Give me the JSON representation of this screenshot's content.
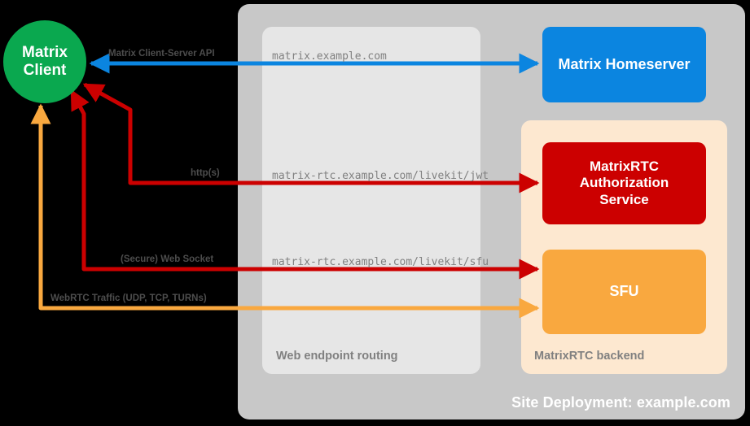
{
  "diagram": {
    "site_deployment_label": "Site Deployment: example.com",
    "web_routing_label": "Web endpoint routing",
    "rtc_backend_label": "MatrixRTC backend",
    "colors": {
      "client_green": "#0aa84f",
      "homeserver_blue": "#0b85e0",
      "authz_red": "#cc0000",
      "sfu_orange": "#f9a83f",
      "site_gray": "#c8c8c8",
      "routing_gray": "#e6e6e6",
      "backend_peach": "#fde8d0",
      "background": "#000000"
    }
  },
  "nodes": {
    "client": "Matrix\nClient",
    "client_line1": "Matrix",
    "client_line2": "Client",
    "homeserver": "Matrix Homeserver",
    "authz_line1": "MatrixRTC",
    "authz_line2": "Authorization",
    "authz_line3": "Service",
    "sfu": "SFU"
  },
  "edges": [
    {
      "name": "matrix-client-server-api",
      "protocol_label": "Matrix Client-Server API",
      "endpoint_label": "matrix.example.com",
      "color": "#0b85e0",
      "direction": "bidirectional"
    },
    {
      "name": "livekit-jwt",
      "protocol_label": "http(s)",
      "endpoint_label": "matrix-rtc.example.com/livekit/jwt",
      "color": "#cc0000",
      "direction": "bidirectional"
    },
    {
      "name": "livekit-sfu",
      "protocol_label": "(Secure) Web Socket",
      "endpoint_label": "matrix-rtc.example.com/livekit/sfu",
      "color": "#cc0000",
      "direction": "bidirectional"
    },
    {
      "name": "webrtc-traffic",
      "protocol_label": "WebRTC Traffic (UDP, TCP, TURNs)",
      "endpoint_label": "",
      "color": "#f9a83f",
      "direction": "bidirectional"
    }
  ]
}
